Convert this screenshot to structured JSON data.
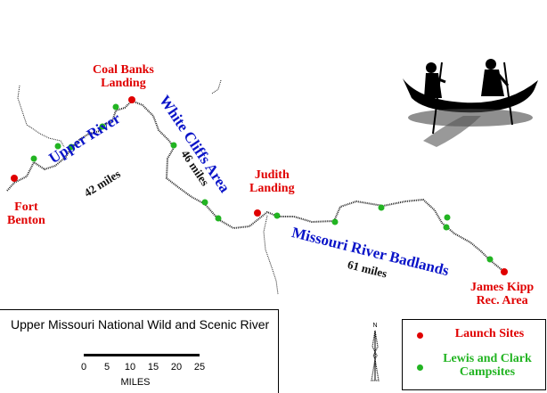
{
  "map": {
    "launch_sites": [
      {
        "name": "Fort Benton"
      },
      {
        "name": "Coal Banks Landing"
      },
      {
        "name": "Judith Landing"
      },
      {
        "name": "James Kipp Rec. Area"
      }
    ],
    "labels": {
      "fort_benton": [
        "Fort",
        "Benton"
      ],
      "coal_banks": [
        "Coal Banks",
        "Landing"
      ],
      "judith": [
        "Judith",
        "Landing"
      ],
      "james_kipp": [
        "James Kipp",
        "Rec. Area"
      ]
    },
    "sections": [
      {
        "name": "Upper River",
        "length": "42 miles"
      },
      {
        "name": "White Cliffs Area",
        "length": "46 miles"
      },
      {
        "name": "Missouri River Badlands",
        "length": "61 miles"
      }
    ]
  },
  "title_box": {
    "title": "Upper Missouri National Wild and Scenic River",
    "scale_ticks": [
      "0",
      "5",
      "10",
      "15",
      "20",
      "25"
    ],
    "scale_unit": "MILES"
  },
  "north_arrow": {
    "letter": "N"
  },
  "legend": {
    "items": [
      {
        "label": "Launch Sites",
        "color": "#e00000"
      },
      {
        "label_lines": [
          "Lewis and Clark",
          "Campsites"
        ],
        "color": "#22b422"
      }
    ]
  },
  "colors": {
    "launch": "#e00000",
    "campsite": "#22b422",
    "section_label": "#0a14c8"
  }
}
